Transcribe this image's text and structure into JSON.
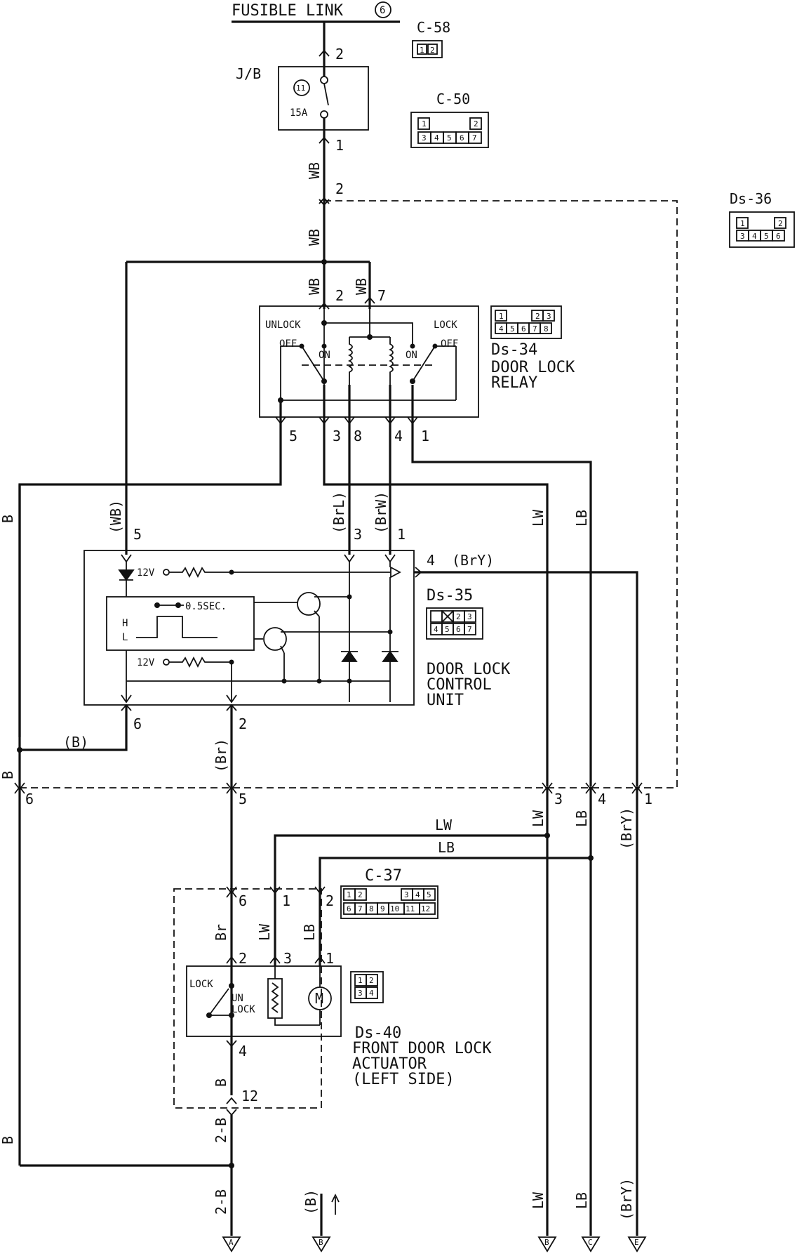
{
  "title": {
    "fusible_link": "FUSIBLE LINK",
    "fusible_link_no": "6"
  },
  "junction_block": {
    "label": "J/B",
    "fuse_no": "11",
    "fuse_rating": "15A"
  },
  "connectors": {
    "c58": "C-58",
    "c50": "C-50",
    "ds36": "Ds-36",
    "ds34": "Ds-34",
    "ds35": "Ds-35",
    "c37": "C-37",
    "ds40": "Ds-40"
  },
  "components": {
    "relay": {
      "line1": "DOOR LOCK",
      "line2": "RELAY",
      "unlock": "UNLOCK",
      "lock": "LOCK",
      "off": "OFF",
      "on": "ON"
    },
    "control_unit": {
      "line1": "DOOR LOCK",
      "line2": "CONTROL",
      "line3": "UNIT",
      "v12": "12V",
      "timer": "0.5SEC.",
      "h": "H",
      "l": "L"
    },
    "actuator": {
      "line1": "FRONT DOOR LOCK",
      "line2": "ACTUATOR",
      "line3": "(LEFT SIDE)",
      "lock": "LOCK",
      "un": "UN",
      "unlock": "LOCK",
      "motor": "M"
    }
  },
  "wire_colors": {
    "wb": "WB",
    "wb_p": "(WB)",
    "b": "B",
    "b_p": "(B)",
    "brl": "(BrL)",
    "brw": "(BrW)",
    "bry": "(BrY)",
    "br": "Br",
    "br_p": "(Br)",
    "lw": "LW",
    "lb": "LB",
    "two_b": "2-B"
  },
  "pins": {
    "p1": "1",
    "p2": "2",
    "p3": "3",
    "p4": "4",
    "p5": "5",
    "p6": "6",
    "p7": "7",
    "p8": "8",
    "p12": "12"
  },
  "connector_pins": {
    "c58": [
      "1",
      "2"
    ],
    "c50": [
      "1",
      "2",
      "3",
      "4",
      "5",
      "6",
      "7"
    ],
    "ds36": [
      "1",
      "2",
      "3",
      "4",
      "5",
      "6"
    ],
    "ds34": [
      "1",
      "2",
      "3",
      "4",
      "5",
      "6",
      "7",
      "8"
    ],
    "ds35": [
      "2",
      "3",
      "4",
      "5",
      "6",
      "7"
    ],
    "c37": [
      "1",
      "2",
      "3",
      "4",
      "5",
      "6",
      "7",
      "8",
      "9",
      "10",
      "11",
      "12"
    ],
    "ds40": [
      "1",
      "2",
      "3",
      "4"
    ]
  },
  "ground_letters": {
    "a": "A",
    "b": "B",
    "c": "C",
    "e": "E"
  }
}
